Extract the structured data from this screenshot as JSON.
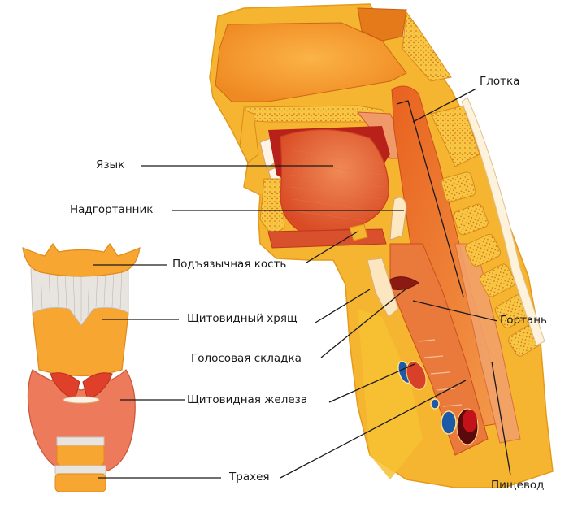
{
  "diagram": {
    "title": "Larynx and throat anatomy (sagittal section and frontal view of larynx)",
    "colors": {
      "bone_yellow": "#f6c233",
      "cartilage_orange": "#f5a623",
      "muscle_red": "#e0502a",
      "tissue_orange": "#ef7d2b",
      "vein_blue": "#1c5aa8",
      "artery_red": "#c4121a",
      "leader_line": "#1a1a1a",
      "background": "#ffffff"
    },
    "labels": [
      {
        "id": "yazyk",
        "text": "Язык",
        "meaning": "Tongue"
      },
      {
        "id": "nadgortannik",
        "text": "Надгортанник",
        "meaning": "Epiglottis"
      },
      {
        "id": "podyazychnaya_kost",
        "text": "Подъязычная кость",
        "meaning": "Hyoid bone"
      },
      {
        "id": "shchitovidny_khryashch",
        "text": "Щитовидный хрящ",
        "meaning": "Thyroid cartilage"
      },
      {
        "id": "golosovaya_skladka",
        "text": "Голосовая складка",
        "meaning": "Vocal fold"
      },
      {
        "id": "shchitovidnaya_zheleza",
        "text": "Щитовидная железа",
        "meaning": "Thyroid gland"
      },
      {
        "id": "trakheya",
        "text": "Трахея",
        "meaning": "Trachea"
      },
      {
        "id": "glotka",
        "text": "Глотка",
        "meaning": "Pharynx"
      },
      {
        "id": "gortan",
        "text": "Гортань",
        "meaning": "Larynx"
      },
      {
        "id": "pishchevod",
        "text": "Пищевод",
        "meaning": "Esophagus"
      }
    ]
  }
}
